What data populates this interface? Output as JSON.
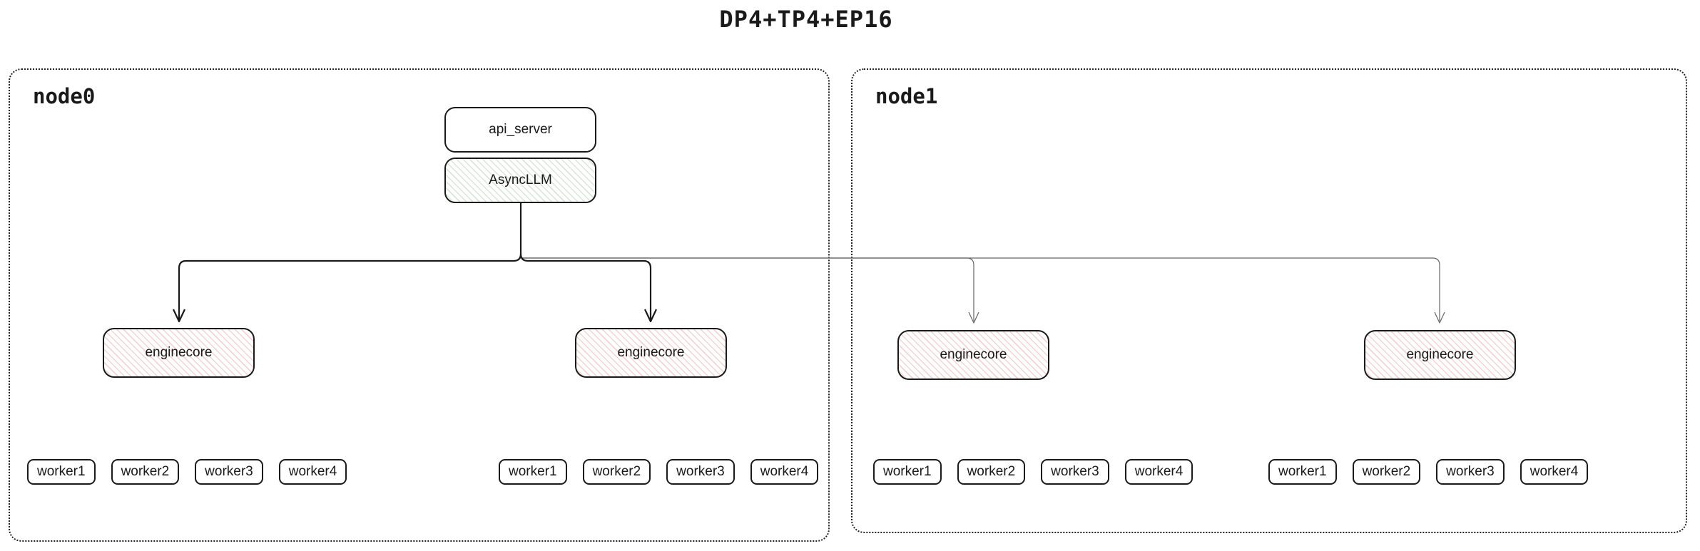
{
  "title": "DP4+TP4+EP16",
  "colors": {
    "border": "#1a1a1a",
    "thin_line": "#666666",
    "enginecore_hatch": "#cc555540",
    "asyncllm_hatch": "#44884435"
  },
  "nodes": [
    {
      "label": "node0",
      "api_server_label": "api_server",
      "asyncllm_label": "AsyncLLM",
      "engine_groups": [
        {
          "enginecore_label": "enginecore",
          "workers": [
            "worker1",
            "worker2",
            "worker3",
            "worker4"
          ]
        },
        {
          "enginecore_label": "enginecore",
          "workers": [
            "worker1",
            "worker2",
            "worker3",
            "worker4"
          ]
        }
      ]
    },
    {
      "label": "node1",
      "engine_groups": [
        {
          "enginecore_label": "enginecore",
          "workers": [
            "worker1",
            "worker2",
            "worker3",
            "worker4"
          ]
        },
        {
          "enginecore_label": "enginecore",
          "workers": [
            "worker1",
            "worker2",
            "worker3",
            "worker4"
          ]
        }
      ]
    }
  ]
}
